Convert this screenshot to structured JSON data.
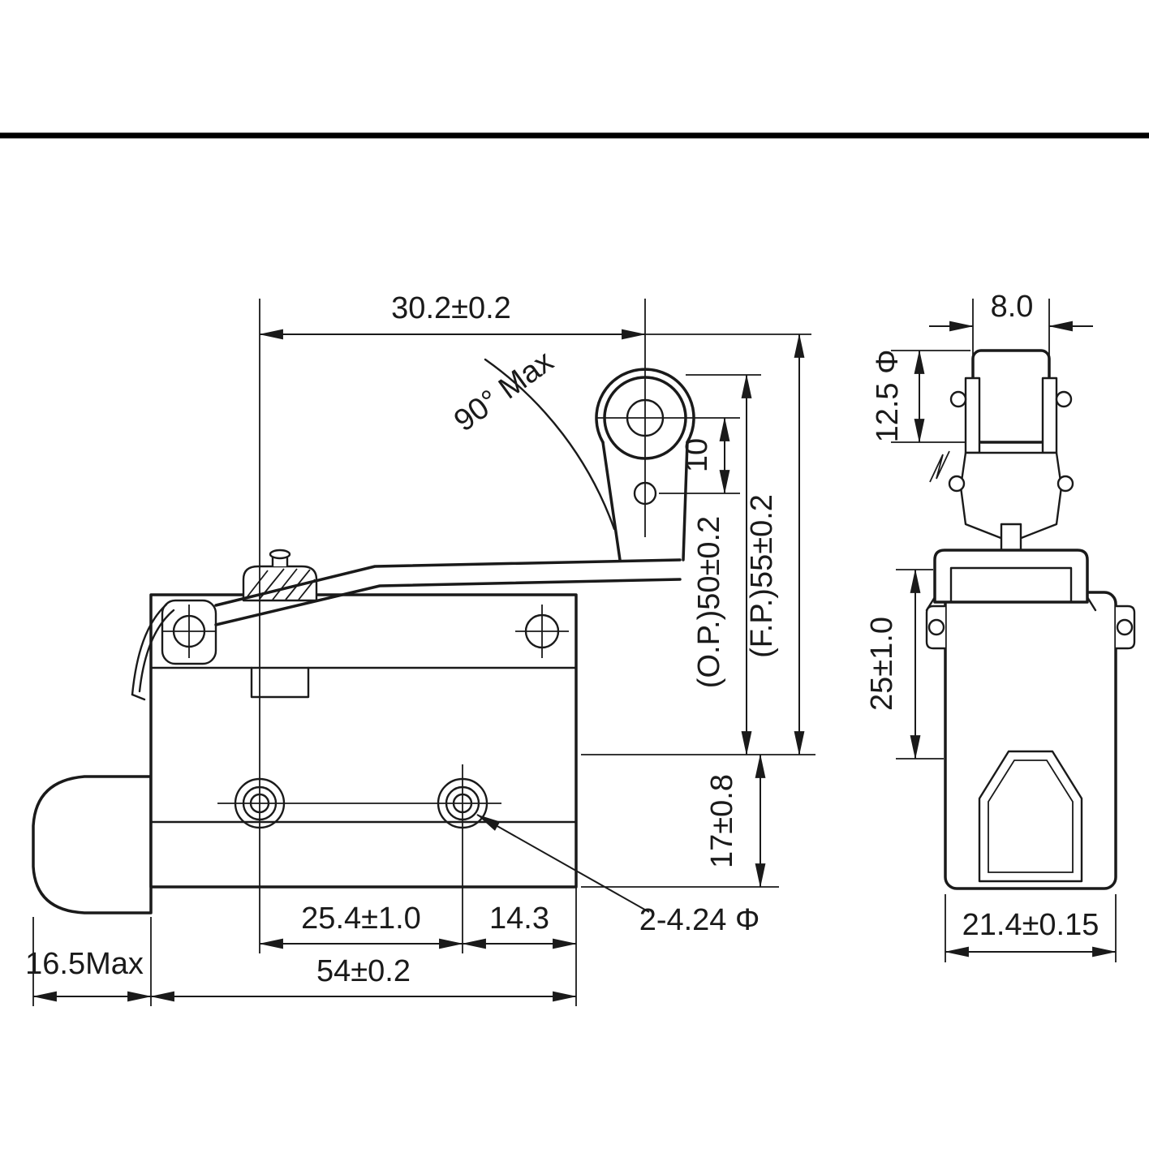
{
  "colors": {
    "ink": "#1a1a1a",
    "background": "#ffffff"
  },
  "side_view": {
    "dims": {
      "lever_span": "30.2±0.2",
      "lever_angle": "90° Max",
      "roller_hole_offset": "10",
      "operating_position": "(O.P.)50±0.2",
      "free_position": "(F.P.)55±0.2",
      "base_height": "17±0.8",
      "hole_spacing": "25.4±1.0",
      "hole_to_edge": "14.3",
      "mount_holes": "2-4.24 Φ",
      "body_length": "54±0.2",
      "gland_length": "16.5Max"
    }
  },
  "front_view": {
    "dims": {
      "roller_width": "8.0",
      "roller_diameter": "12.5 Φ",
      "body_height": "25±1.0",
      "body_width": "21.4±0.15"
    }
  }
}
